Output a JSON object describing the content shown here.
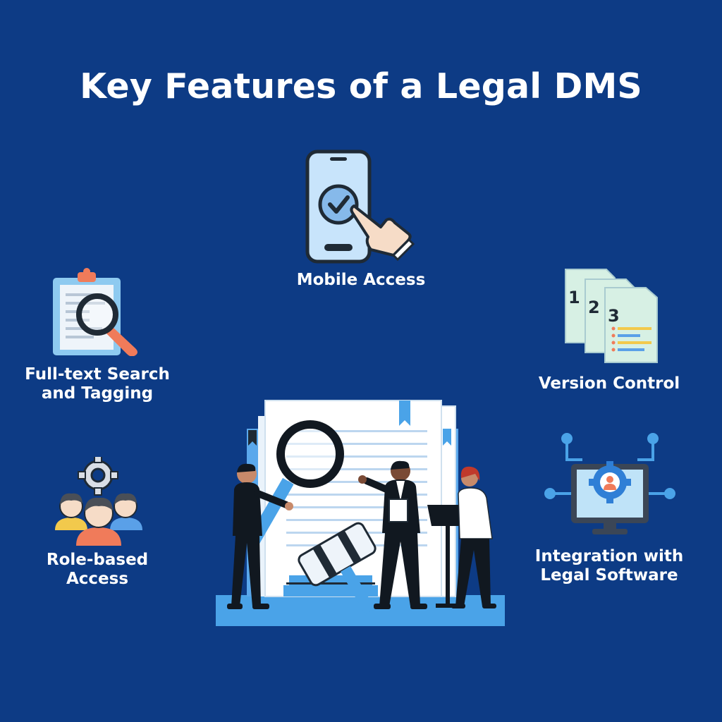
{
  "title": "Key Features of a Legal DMS",
  "features": [
    {
      "lines": [
        "Mobile Access"
      ],
      "icon": "phone-touch-icon"
    },
    {
      "lines": [
        "Full-text Search",
        "and Tagging"
      ],
      "icon": "clipboard-search-icon"
    },
    {
      "lines": [
        "Version Control"
      ],
      "icon": "document-versions-icon"
    },
    {
      "lines": [
        "Role-based",
        "Access"
      ],
      "icon": "team-gear-icon"
    },
    {
      "lines": [
        "Integration with",
        "Legal Software"
      ],
      "icon": "monitor-integration-icon"
    }
  ],
  "version_numbers": [
    "1",
    "2",
    "3"
  ],
  "colors": {
    "background": "#0d3b85",
    "text": "#ffffff",
    "accent_light_blue": "#bfe3f8",
    "accent_blue": "#4aa3e8",
    "accent_orange": "#f07b5a",
    "accent_green": "#d7f0e4",
    "dark": "#1f2a35"
  }
}
